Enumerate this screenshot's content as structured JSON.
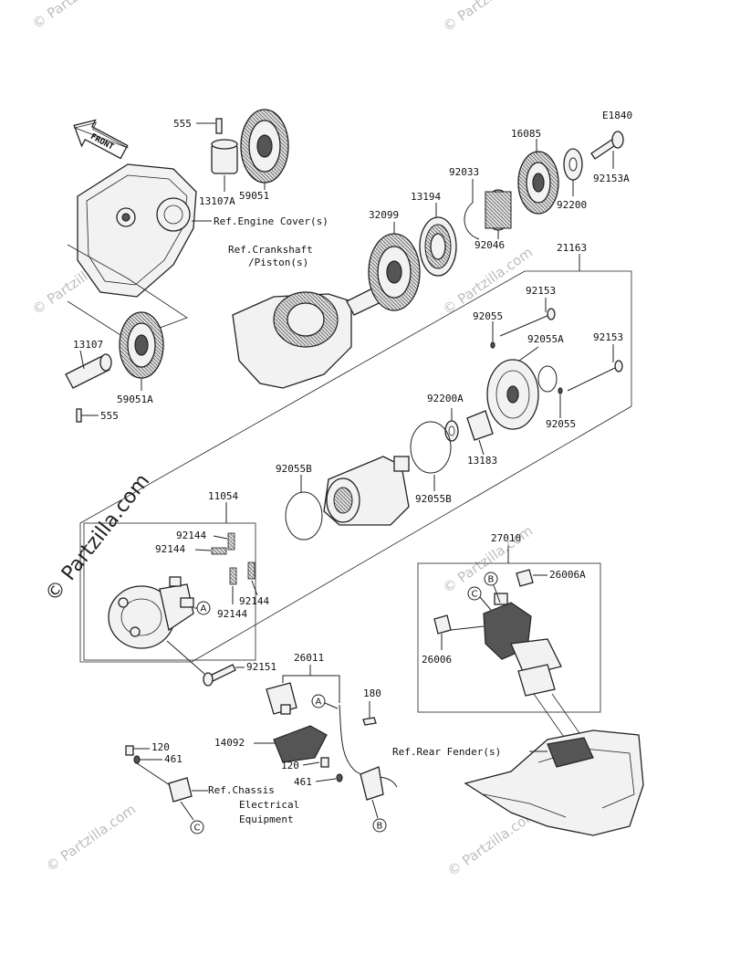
{
  "diagram_code": "E1840",
  "front_arrow": "FRONT",
  "brand": "© Partzilla.com",
  "watermark": "© Partzilla.com",
  "references": {
    "engine_cover": "Ref.Engine Cover(s)",
    "crankshaft_1": "Ref.Crankshaft",
    "crankshaft_2": "/Piston(s)",
    "rear_fender": "Ref.Rear Fender(s)",
    "chassis_1": "Ref.Chassis",
    "chassis_2": "Electrical",
    "chassis_3": "Equipment"
  },
  "parts": {
    "p555_top": "555",
    "p59051": "59051",
    "p13107A": "13107A",
    "p13107": "13107",
    "p555_bottom": "555",
    "p59051A": "59051A",
    "p32099": "32099",
    "p13194": "13194",
    "p92033": "92033",
    "p16085": "16085",
    "p92046": "92046",
    "p92200": "92200",
    "p92153A": "92153A",
    "p21163": "21163",
    "p92153_a": "92153",
    "p92055_a": "92055",
    "p92055A": "92055A",
    "p92153_b": "92153",
    "p92055_b": "92055",
    "p92200A": "92200A",
    "p13183": "13183",
    "p92055B_a": "92055B",
    "p92055B_b": "92055B",
    "p11054": "11054",
    "p92144_a": "92144",
    "p92144_b": "92144",
    "p92144_c": "92144",
    "p92144_d": "92144",
    "p92151": "92151",
    "p26011": "26011",
    "p180": "180",
    "p14092": "14092",
    "p120_a": "120",
    "p461_a": "461",
    "p120_b": "120",
    "p461_b": "461",
    "p27010": "27010",
    "p26006A": "26006A",
    "p26006": "26006"
  },
  "callouts": {
    "a1": "A",
    "a2": "A",
    "b1": "B",
    "b2": "B",
    "c1": "C",
    "c2": "C"
  }
}
